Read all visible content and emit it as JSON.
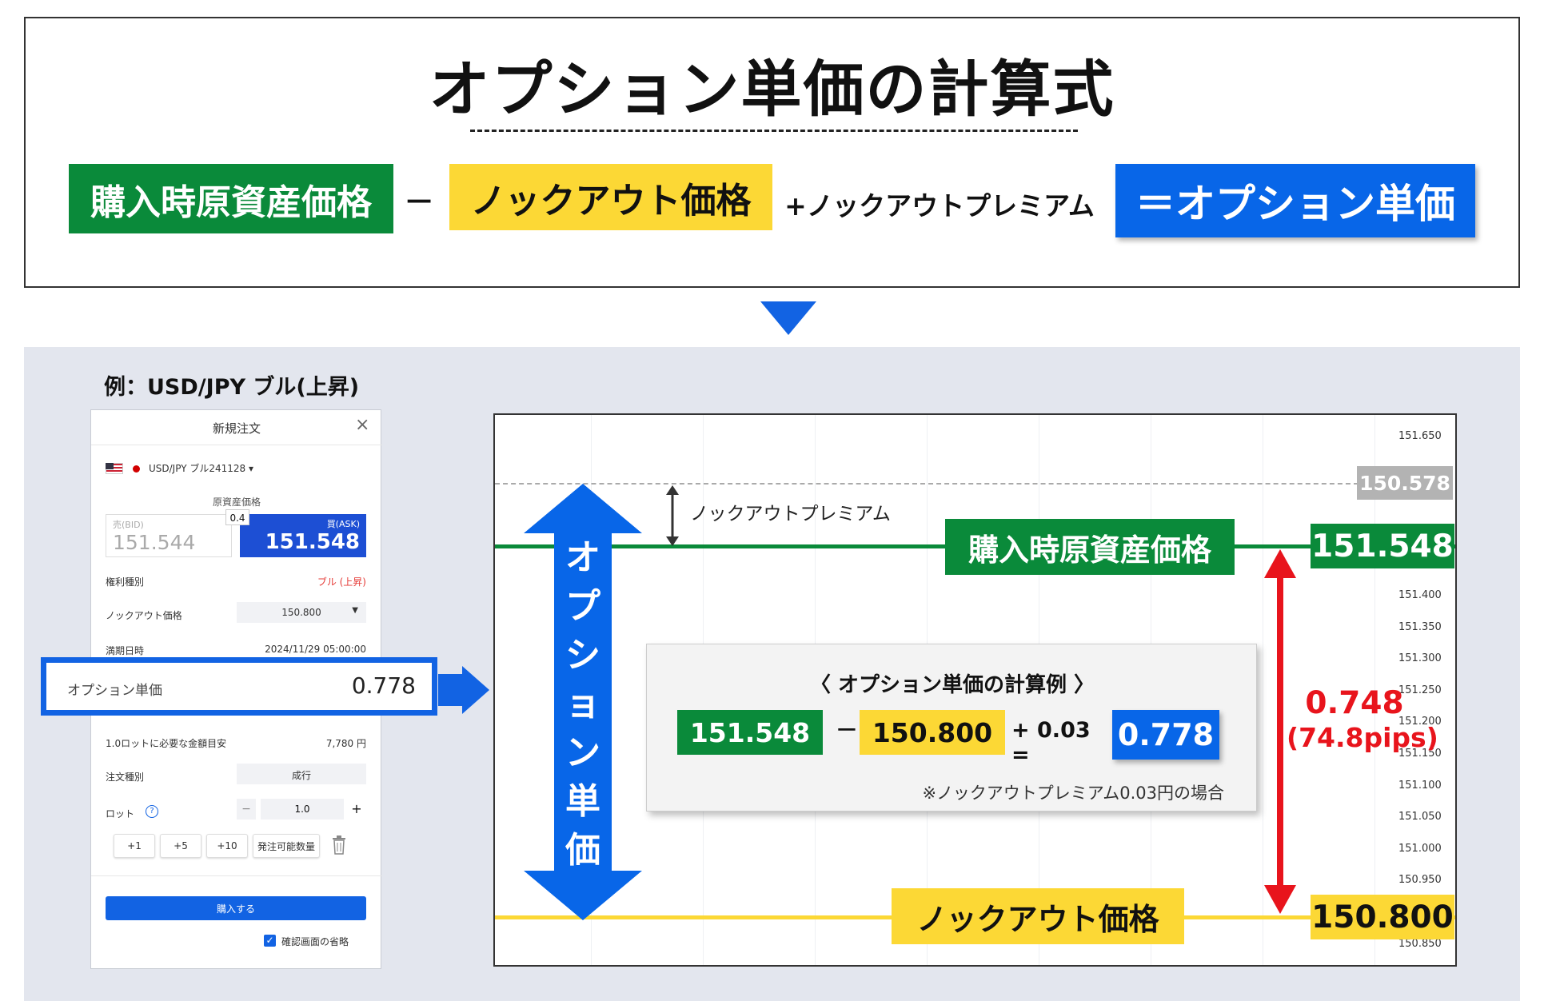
{
  "title": "オプション単価の計算式",
  "formula": {
    "purchase_price_label": "購入時原資産価格",
    "minus": "−",
    "knockout_price_label": "ノックアウト価格",
    "plus_premium": "+ノックアウトプレミアム",
    "equals_option_price": "＝オプション単価"
  },
  "example_label": "例：USD/JPY ブル(上昇)",
  "order_panel": {
    "title": "新規注文",
    "close": "×",
    "symbol": "USD/JPY ブル241128 ▾",
    "underlying_label": "原資産価格",
    "spread": "0.4",
    "bid_label": "売(BID)",
    "bid_value": "151.544",
    "ask_label": "買(ASK)",
    "ask_value": "151.548",
    "right_type_label": "権利種別",
    "right_type_value": "ブル (上昇)",
    "knockout_label": "ノックアウト価格",
    "knockout_value": "150.800",
    "expiry_label": "満期日時",
    "expiry_value": "2024/11/29 05:00:00",
    "option_price_label": "オプション単価",
    "option_price_value": "0.778",
    "required_label": "1.0ロットに必要な金額目安",
    "required_value": "7,780 円",
    "order_type_label": "注文種別",
    "order_type_value": "成行",
    "lot_label": "ロット",
    "lot_help": "?",
    "lot_minus": "−",
    "lot_value": "1.0",
    "lot_plus": "+",
    "quick_buttons": [
      "+1",
      "+5",
      "+10",
      "発注可能数量"
    ],
    "buy_button": "購入する",
    "skip_confirm": "確認画面の省略"
  },
  "chart": {
    "ticks": [
      "151.650",
      "151.400",
      "151.350",
      "151.300",
      "151.250",
      "151.200",
      "151.150",
      "151.100",
      "151.050",
      "151.000",
      "150.950",
      "150.850"
    ],
    "premium_level": "150.578",
    "premium_label": "ノックアウトプレミアム",
    "purchase_label": "購入時原資産価格",
    "purchase_value": "151.548",
    "knockout_label": "ノックアウト価格",
    "knockout_value": "150.800",
    "vertical_label": [
      "オ",
      "プ",
      "シ",
      "ョ",
      "ン",
      "単",
      "価"
    ],
    "diff_value": "0.748",
    "diff_pips": "(74.8pips)",
    "colors": {
      "green": "#0a8a3a",
      "yellow": "#fcd835",
      "blue": "#0866e8",
      "red": "#e8141c",
      "grey": "#b3b3b3"
    }
  },
  "calc_example": {
    "title": "〈 オプション単価の計算例 〉",
    "purchase": "151.548",
    "minus": "−",
    "knockout": "150.800",
    "plus_premium": "+ 0.03 =",
    "result": "0.778",
    "note": "※ノックアウトプレミアム0.03円の場合"
  }
}
